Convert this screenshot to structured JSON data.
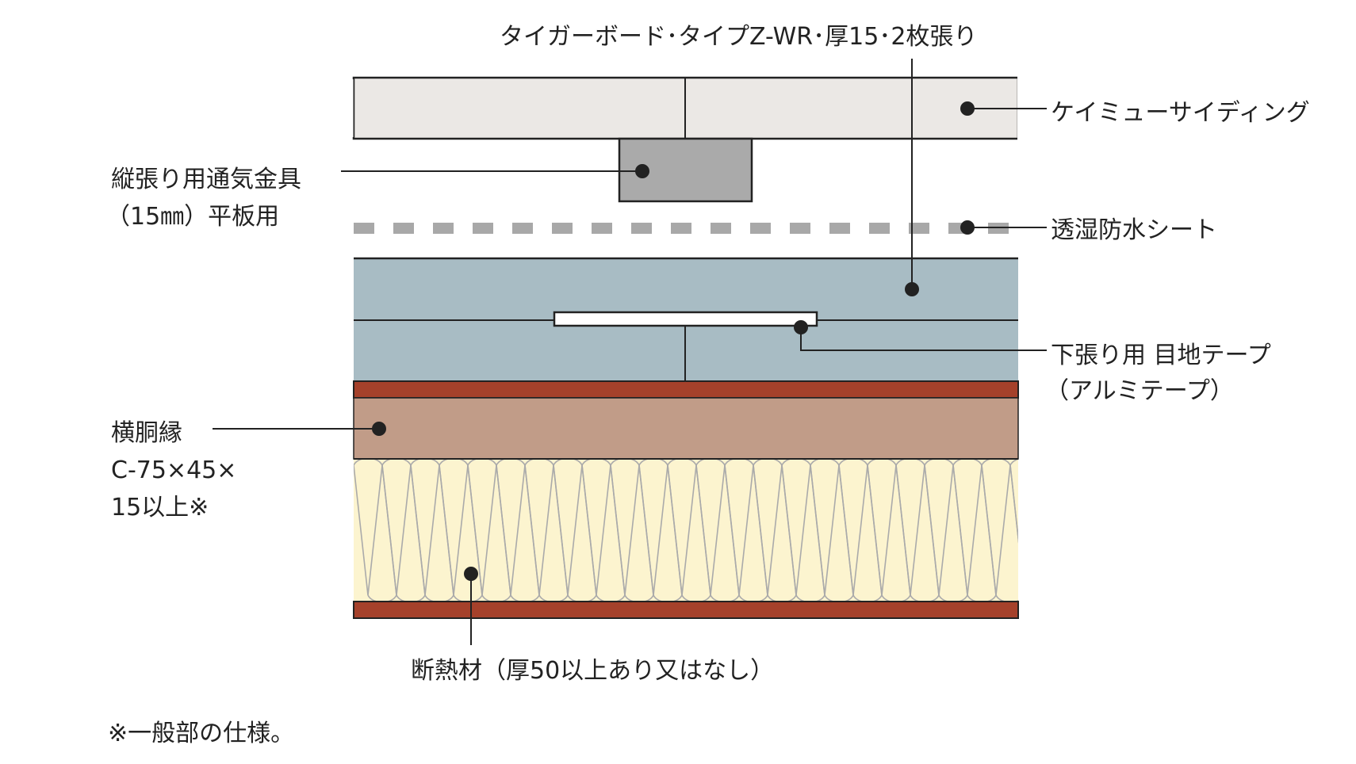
{
  "diagram": {
    "labels": {
      "board": "タイガーボード･タイプZ-WR･厚15･2枚張り",
      "siding": "ケイミューサイディング",
      "bracket_line1": "縦張り用通気金具",
      "bracket_line2": "（15㎜）平板用",
      "sheet": "透湿防水シート",
      "tape_line1": "下張り用 目地テープ",
      "tape_line2": "（アルミテープ）",
      "furring_line1": "横胴縁",
      "furring_line2": "C-75×45×",
      "furring_line3": "15以上※",
      "insulation": "断熱材（厚50以上あり又はなし）",
      "footnote": "※一般部の仕様。"
    },
    "colors": {
      "siding": "#ebe8e5",
      "bracket": "#aaaaaa",
      "sheet": "#a8a8a8",
      "board": "#a8bcc4",
      "tape": "#ffffff",
      "steel": "#a5412b",
      "furring": "#c19c88",
      "insulation": "#fcf4cf",
      "insulation_stroke": "#aaaaaa",
      "line": "#222222"
    }
  }
}
